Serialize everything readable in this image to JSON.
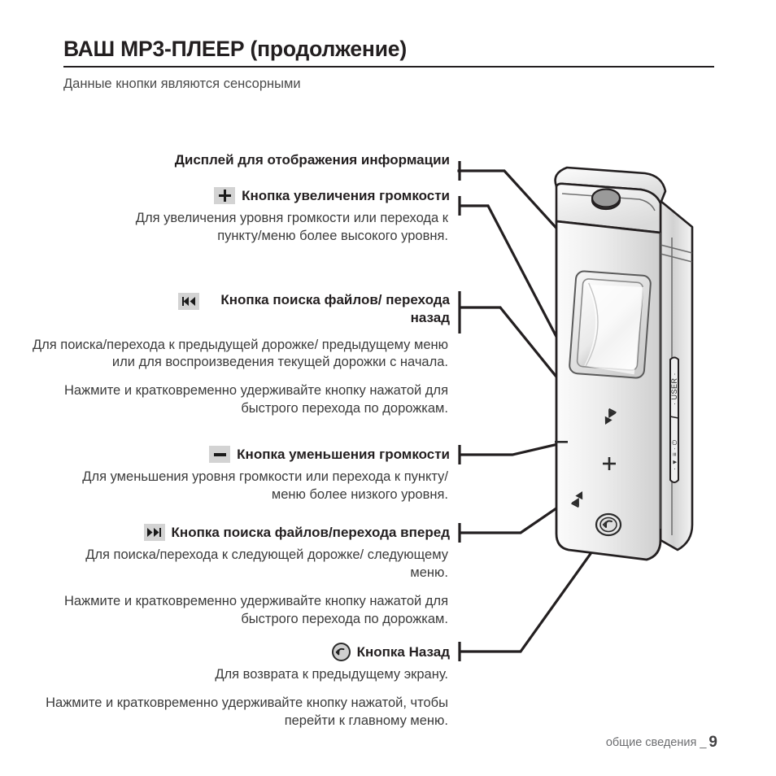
{
  "header": {
    "title": "ВАШ MP3-ПЛЕЕР (продолжение)",
    "subtitle": "Данные кнопки являются сенсорными"
  },
  "callouts": [
    {
      "id": "display",
      "icon": "none",
      "heading": "Дисплей для отображения информации",
      "paragraphs": []
    },
    {
      "id": "volume-up",
      "icon": "plus-icon",
      "heading": "Кнопка увеличения громкости",
      "paragraphs": [
        "Для увеличения уровня громкости или перехода к пункту/меню более высокого уровня."
      ]
    },
    {
      "id": "search-back",
      "icon": "rewind-icon",
      "heading": "Кнопка поиска файлов/ перехода назад",
      "paragraphs": [
        "Для поиска/перехода к предыдущей дорожке/ предыдущему меню или для воспроизведения текущей дорожки с начала.",
        "Нажмите и кратковременно удерживайте кнопку нажатой для быстрого перехода по дорожкам."
      ]
    },
    {
      "id": "volume-down",
      "icon": "minus-icon",
      "heading": "Кнопка уменьшения громкости",
      "paragraphs": [
        "Для уменьшения уровня громкости или перехода к пункту/меню более низкого уровня."
      ]
    },
    {
      "id": "search-forward",
      "icon": "fastforward-icon",
      "heading": "Кнопка поиска файлов/перехода вперед",
      "paragraphs": [
        "Для поиска/перехода к следующей дорожке/ следующему меню.",
        "Нажмите и кратковременно удерживайте кнопку нажатой для быстрого перехода по дорожкам."
      ]
    },
    {
      "id": "back",
      "icon": "back-circle-icon",
      "heading": "Кнопка Назад",
      "paragraphs": [
        "Для возврата к предыдущему экрану.",
        "Нажмите и кратковременно удерживайте кнопку нажатой, чтобы перейти к главному меню."
      ]
    }
  ],
  "device": {
    "side_label": "USER",
    "touch_marks": [
      "rewind",
      "plus",
      "minus",
      "fastforward"
    ],
    "back_button_glyph": "↰"
  },
  "footer": {
    "section": "общие сведения _",
    "page": "9"
  },
  "colors": {
    "ink": "#231f20",
    "body_text": "#3b3b3b",
    "chip_bg": "#d3d3d3",
    "footer_text": "#6d6e71",
    "device_light": "#f2f2f2",
    "device_mid": "#d9d9d9",
    "device_dark": "#b3b3b3"
  }
}
